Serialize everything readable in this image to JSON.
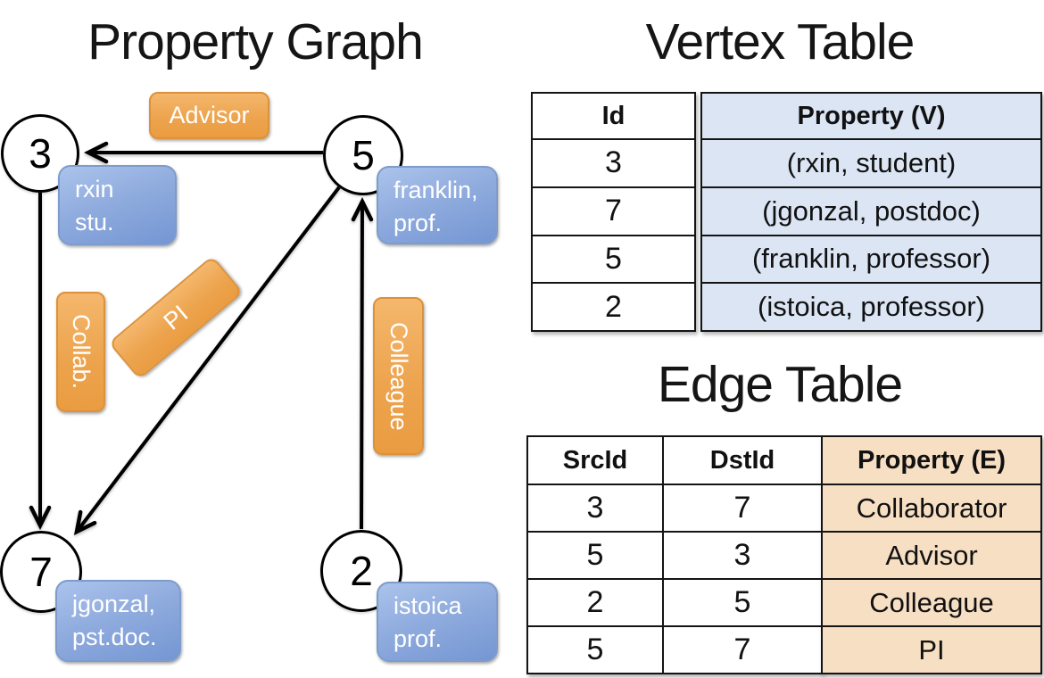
{
  "graph": {
    "title": "Property Graph",
    "nodes": [
      {
        "id": "3",
        "property_lines": [
          "rxin",
          "stu."
        ]
      },
      {
        "id": "5",
        "property_lines": [
          "franklin,",
          "prof."
        ]
      },
      {
        "id": "7",
        "property_lines": [
          "jgonzal,",
          "pst.doc."
        ]
      },
      {
        "id": "2",
        "property_lines": [
          "istoica",
          "prof."
        ]
      }
    ],
    "edges": [
      {
        "from": "5",
        "to": "3",
        "label": "Advisor"
      },
      {
        "from": "3",
        "to": "7",
        "label": "Collab."
      },
      {
        "from": "5",
        "to": "7",
        "label": "PI"
      },
      {
        "from": "2",
        "to": "5",
        "label": "Colleague"
      }
    ]
  },
  "vertex_table": {
    "title": "Vertex Table",
    "headers": {
      "id": "Id",
      "property": "Property (V)"
    },
    "rows": [
      {
        "id": "3",
        "property": "(rxin, student)"
      },
      {
        "id": "7",
        "property": "(jgonzal, postdoc)"
      },
      {
        "id": "5",
        "property": "(franklin, professor)"
      },
      {
        "id": "2",
        "property": "(istoica, professor)"
      }
    ]
  },
  "edge_table": {
    "title": "Edge Table",
    "headers": {
      "src": "SrcId",
      "dst": "DstId",
      "property": "Property (E)"
    },
    "rows": [
      {
        "src": "3",
        "dst": "7",
        "property": "Collaborator"
      },
      {
        "src": "5",
        "dst": "3",
        "property": "Advisor"
      },
      {
        "src": "2",
        "dst": "5",
        "property": "Colleague"
      },
      {
        "src": "5",
        "dst": "7",
        "property": "PI"
      }
    ]
  },
  "colors": {
    "vertex_property_fill": "#dbe5f4",
    "edge_property_fill": "#f7dfc3",
    "vertex_box_gradient_top": "#abc3ec",
    "vertex_box_gradient_bottom": "#7496d3",
    "edge_label_gradient_top": "#f4b76d",
    "edge_label_gradient_bottom": "#ea9c41",
    "line_color": "#000000"
  }
}
